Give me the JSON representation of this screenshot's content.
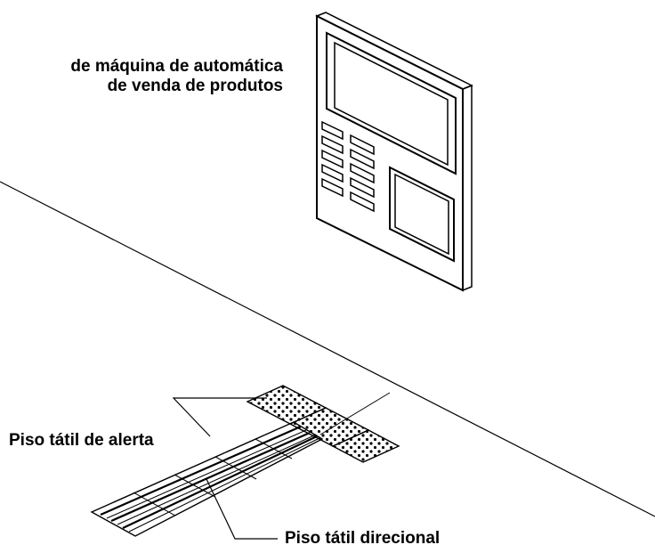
{
  "labels": {
    "machine_line1": "de máquina de automática",
    "machine_line2": "de venda de produtos",
    "alert_floor": "Piso tátil de alerta",
    "directional_floor": "Piso tátil direcional"
  },
  "colors": {
    "line": "#000000",
    "background": "#ffffff"
  }
}
